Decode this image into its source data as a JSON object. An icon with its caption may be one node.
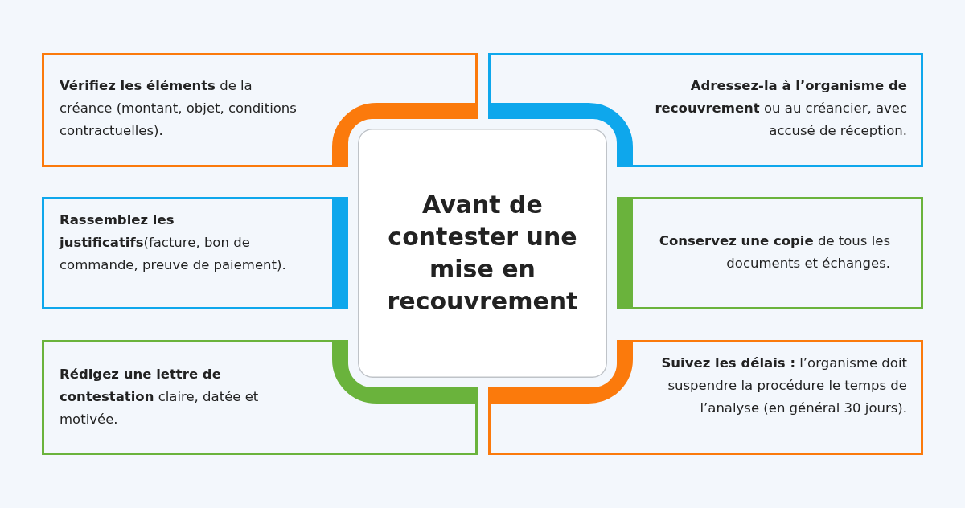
{
  "diagram": {
    "nodes": [
      {
        "text": [
          "Avant de contester une mise en recouvrement"
        ]
      },
      {
        "text": [
          "**Vérifiez les éléments** de la créance (montant, objet, conditions contractuelles)."
        ]
      },
      {
        "text": [
          "**Adressez-la à l’organisme de recouvrement** ou au créancier, avec accusé de réception."
        ]
      },
      {
        "text": [
          "**Rassemblez les justificatifs**(facture, bon de commande, preuve de paiement)."
        ]
      },
      {
        "text": [
          "**Conservez une copie** de tous les documents et échanges."
        ]
      },
      {
        "text": [
          "**Rédigez une lettre de contestation** claire, datée et motivée."
        ]
      },
      {
        "text": [
          "**Suivez les délais :** l’organisme doit suspendre la procédure le temps de l’analyse (en général 30 jours)."
        ]
      }
    ],
    "edges": [
      {
        "from": 1,
        "to": 0,
        "arrow": "none",
        "color": "#fb7a0c"
      },
      {
        "from": 2,
        "to": 0,
        "arrow": "none",
        "color": "#0ea7ec"
      },
      {
        "from": 3,
        "to": 0,
        "arrow": "none",
        "color": "#0ea7ec"
      },
      {
        "from": 4,
        "to": 0,
        "arrow": "none",
        "color": "#6ab33c"
      },
      {
        "from": 5,
        "to": 0,
        "arrow": "none",
        "color": "#6ab33c"
      },
      {
        "from": 6,
        "to": 0,
        "arrow": "none",
        "color": "#fb7a0c"
      }
    ]
  }
}
